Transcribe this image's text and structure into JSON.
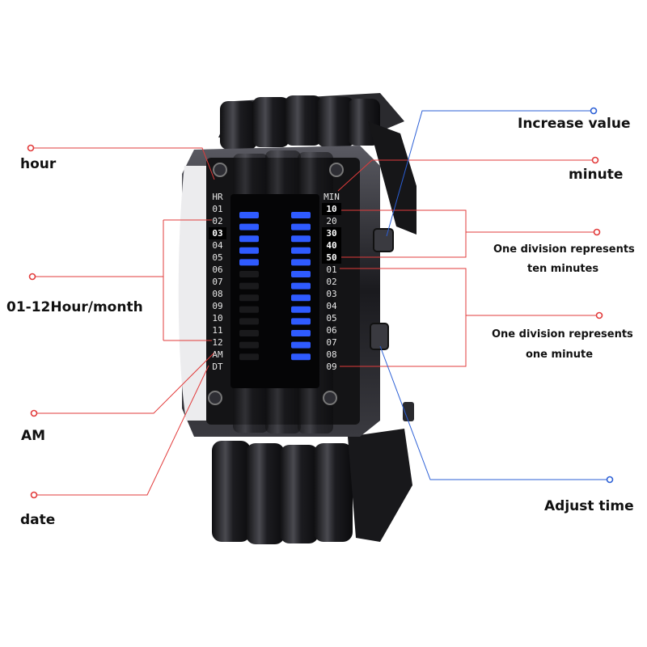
{
  "labels": {
    "hour": "hour",
    "hour_month": "01-12Hour/month",
    "am": "AM",
    "date": "date",
    "increase_value": "Increase value",
    "minute": "minute",
    "ten_minutes_line1": "One division represents",
    "ten_minutes_line2": "ten minutes",
    "one_minute_line1": "One division represents",
    "one_minute_line2": "one minute",
    "adjust_time": "Adjust time"
  },
  "watch_face": {
    "hour_header": "HR",
    "hour_marks": [
      "01",
      "02",
      "03",
      "04",
      "05",
      "06",
      "07",
      "08",
      "09",
      "10",
      "11",
      "12"
    ],
    "am_mark": "AM",
    "date_mark": "DT",
    "minute_header": "MIN",
    "ten_minute_marks": [
      "10",
      "20",
      "30",
      "40",
      "50"
    ],
    "one_minute_marks": [
      "01",
      "02",
      "03",
      "04",
      "05",
      "06",
      "07",
      "08",
      "09"
    ]
  },
  "colors": {
    "callout_red": "#e23b3b",
    "callout_blue": "#2b5fd6",
    "led_blue": "#2f5bff",
    "metal_dark": "#1e1e22"
  }
}
